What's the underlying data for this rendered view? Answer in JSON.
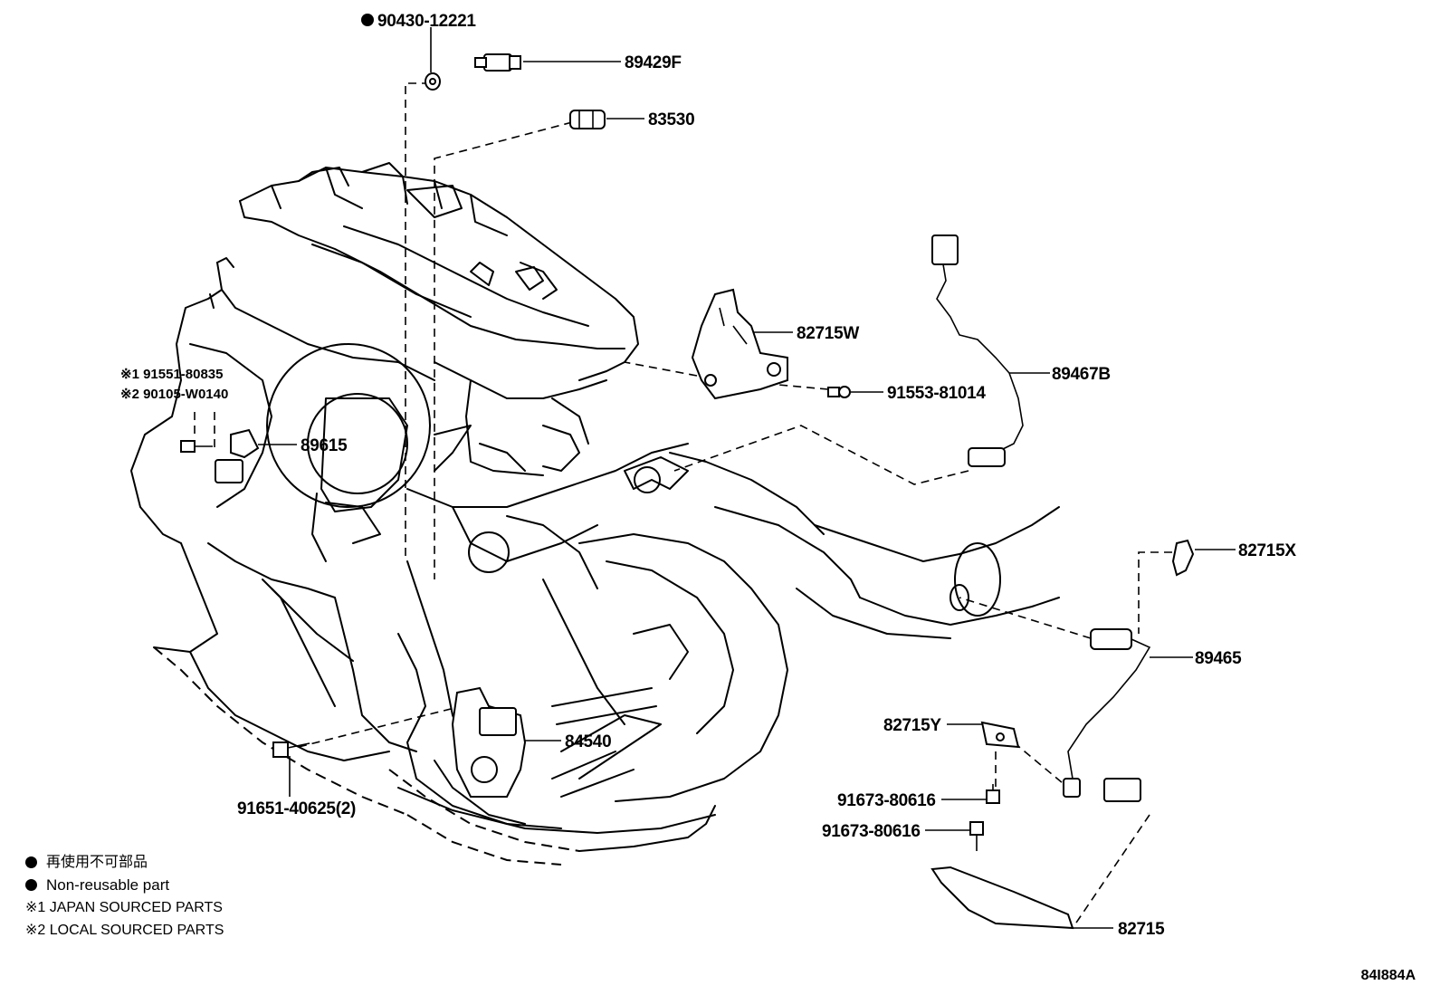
{
  "diagram_code": "84I884A",
  "parts": {
    "p90430": "90430-12221",
    "p89429F": "89429F",
    "p83530": "83530",
    "p82715W": "82715W",
    "p91553": "91553-81014",
    "p89467B": "89467B",
    "p91551": "※1 91551-80835",
    "p90105": "※2 90105-W0140",
    "p89615": "89615",
    "p82715X": "82715X",
    "p89465": "89465",
    "p82715Y": "82715Y",
    "p84540": "84540",
    "p91673a": "91673-80616",
    "p91673b": "91673-80616",
    "p91651": "91651-40625(2)",
    "p82715": "82715"
  },
  "legend": {
    "jp": "再使用不可部品",
    "non_reusable": "Non-reusable part",
    "note1": "※1 JAPAN SOURCED PARTS",
    "note2": "※2 LOCAL SOURCED PARTS"
  },
  "icons": {
    "non_reusable_marker": "filled-circle"
  }
}
